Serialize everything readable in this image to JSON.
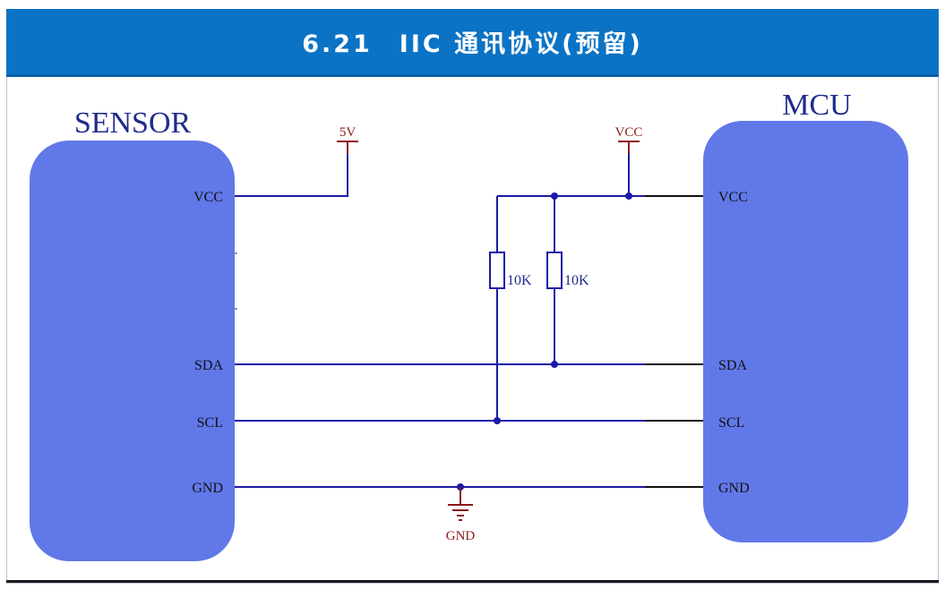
{
  "header": {
    "title": "6.21　IIC 通讯协议(预留)"
  },
  "colors": {
    "header_bg": "#0b73c5",
    "block_fill": "#6178e8",
    "wire": "#1a1aa8",
    "power_label": "#8b1a1a"
  },
  "sensor": {
    "title": "SENSOR",
    "pins": {
      "vcc": "VCC",
      "sda": "SDA",
      "scl": "SCL",
      "gnd": "GND"
    }
  },
  "mcu": {
    "title": "MCU",
    "pins": {
      "vcc": "VCC",
      "sda": "SDA",
      "scl": "SCL",
      "gnd": "GND"
    }
  },
  "power": {
    "five_v": "5V",
    "vcc": "VCC",
    "gnd": "GND"
  },
  "resistors": [
    {
      "value": "10K"
    },
    {
      "value": "10K"
    }
  ]
}
